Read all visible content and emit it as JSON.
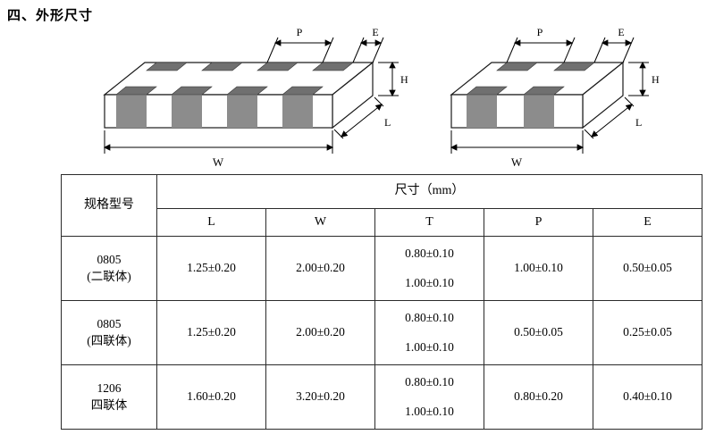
{
  "page": {
    "title": "四、外形尺寸"
  },
  "diagram": {
    "labels": {
      "p": "P",
      "e": "E",
      "h": "H",
      "l": "L",
      "w": "W"
    },
    "colors": {
      "electrode": "#8c8c8c",
      "pad": "#707070"
    }
  },
  "table": {
    "header": {
      "spec": "规格型号",
      "dim": "尺寸（mm）",
      "cols": [
        "L",
        "W",
        "T",
        "P",
        "E"
      ]
    },
    "rows": [
      {
        "model_line1": "0805",
        "model_line2": "(二联体)",
        "L": "1.25±0.20",
        "W": "2.00±0.20",
        "T1": "0.80±0.10",
        "T2": "1.00±0.10",
        "P": "1.00±0.10",
        "E": "0.50±0.05"
      },
      {
        "model_line1": "0805",
        "model_line2": "(四联体)",
        "L": "1.25±0.20",
        "W": "2.00±0.20",
        "T1": "0.80±0.10",
        "T2": "1.00±0.10",
        "P": "0.50±0.05",
        "E": "0.25±0.05"
      },
      {
        "model_line1": "1206",
        "model_line2": "四联体",
        "L": "1.60±0.20",
        "W": "3.20±0.20",
        "T1": "0.80±0.10",
        "T2": "1.00±0.10",
        "P": "0.80±0.20",
        "E": "0.40±0.10"
      }
    ]
  }
}
